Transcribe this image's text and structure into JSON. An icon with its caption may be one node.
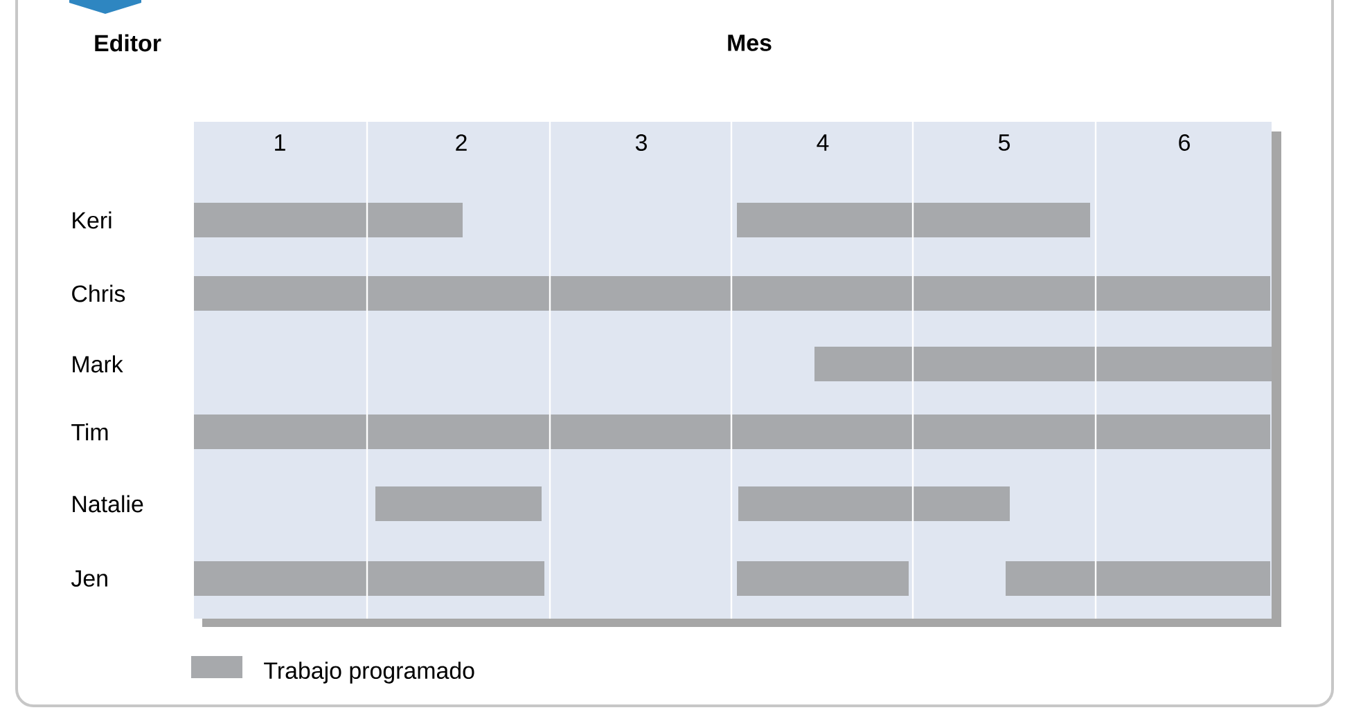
{
  "diagram": {
    "labels": [
      "Editor",
      "Mes",
      "1",
      "2",
      "3",
      "4",
      "5",
      "6",
      "Keri",
      "Chris",
      "Mark",
      "Tim",
      "Natalie",
      "Jen"
    ],
    "legend": [
      {
        "text": "Trabajo programado",
        "color": "#a7a9ac"
      }
    ]
  }
}
